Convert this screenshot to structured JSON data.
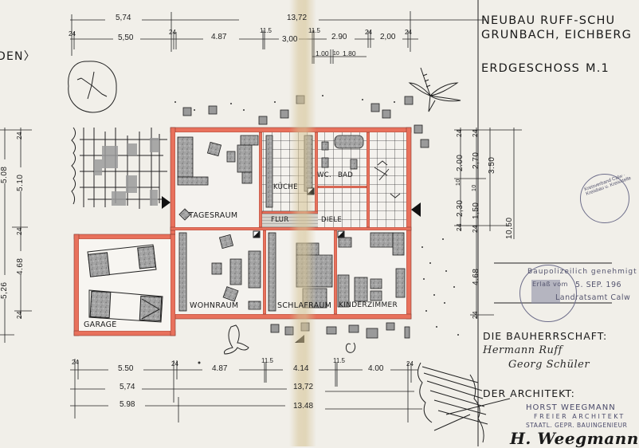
{
  "title_block": {
    "line1": "NEUBAU RUFF-SCHU",
    "line2": "GRUNBACH, EICHBERG",
    "line3": "ERDGESCHOSS",
    "scale": "M.1",
    "left_label": "DEN〉"
  },
  "rooms": {
    "tagesraum": "TAGESRAUM",
    "kueche": "KÜCHE",
    "wc": "WC.",
    "bad": "BAD",
    "flur": "FLUR",
    "diele": "DIELE",
    "wohnraum": "WOHNRAUM",
    "schlafraum": "SCHLAFRAUM",
    "kinderzimmer": "KINDERZIMMER",
    "garage": "GARAGE"
  },
  "dimensions_top": {
    "overall_row1": [
      "5,74",
      "13,72"
    ],
    "row2": [
      "24",
      "5,50",
      "24",
      "4.87",
      "11.5",
      "3,00",
      "11.5",
      "2.90",
      "24",
      "2,00",
      "24"
    ],
    "row3": [
      "1.00",
      "10",
      "1.80"
    ]
  },
  "dimensions_bottom": {
    "row1": [
      "24",
      "5.50",
      "24",
      "4.87",
      "11.5",
      "4.14",
      "11.5",
      "4.00",
      "24"
    ],
    "row2": [
      "5,74",
      "13,72"
    ],
    "row3": [
      "5.98",
      "13.48"
    ]
  },
  "dimensions_left": {
    "outer": [
      "5.08",
      "5,26"
    ],
    "inner": [
      "24",
      "5.10",
      "24",
      "4.68",
      "24"
    ]
  },
  "dimensions_right": {
    "col1": [
      "24",
      "2.00",
      "10",
      "2,30",
      "24"
    ],
    "col2": [
      "24",
      "2,70",
      "10",
      "1,50",
      "24",
      "4.68",
      "24"
    ],
    "col3": [
      "3.50",
      "10,50"
    ]
  },
  "stamps": {
    "kreisverband": "Kreisverband Calw · Kreisbau u. Kreisstelle",
    "approval_top": "Baupolizeilich genehmigt",
    "approval_mid": "Erlaß vom",
    "approval_date": "5. SEP. 196",
    "approval_authority": "Landratsamt Calw"
  },
  "signatures": {
    "bauherrschaft_label": "DIE BAUHERRSCHAFT:",
    "bauherr1": "Hermann Ruff",
    "bauherr2": "Georg Schüler",
    "architekt_label": "DER ARCHITEKT:",
    "architect_name": "HORST WEEGMANN",
    "architect_title": "FREIER ARCHITEKT",
    "architect_sub": "STAATL. GEPR. BAUINGENIEUR",
    "architect_signature": "H. Weegmann"
  },
  "colors": {
    "paper": "#f1efe9",
    "wall_red": "#e8715c",
    "ink": "#1a1a1a",
    "hatch_gray": "#9a9a9a",
    "stamp_blue": "#54546e"
  }
}
